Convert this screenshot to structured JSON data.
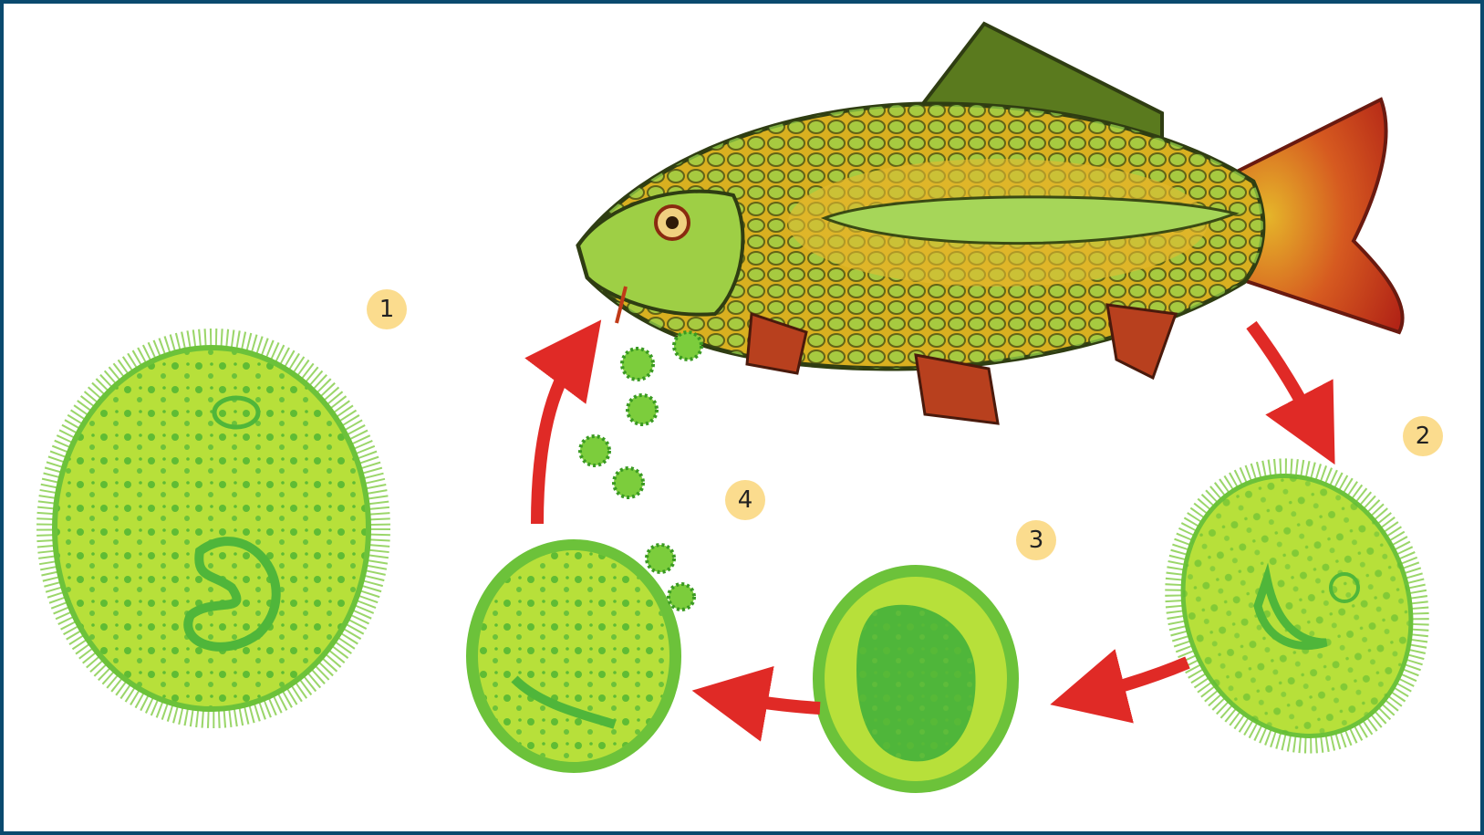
{
  "diagram": {
    "step_labels": [
      "1",
      "2",
      "3",
      "4"
    ],
    "colors": {
      "frame": "#0a4a6e",
      "background": "#ffffff",
      "badge": "#fbdc8e",
      "arrow": "#e02a26",
      "cell_outer": "#7ccd3c",
      "cell_inner": "#b7e03a",
      "cell_spots": "#4fb63a",
      "fish_body": "#d9b020",
      "fish_scales": "#8fcf3f",
      "fish_outline": "#2f3d12",
      "fish_fins": "#c8391d"
    },
    "icons": [
      "ciliate-cell-icon",
      "fish-icon",
      "cyst-icon",
      "dividing-cyst-icon",
      "swarmer-icon",
      "cycle-arrow-icon"
    ]
  }
}
